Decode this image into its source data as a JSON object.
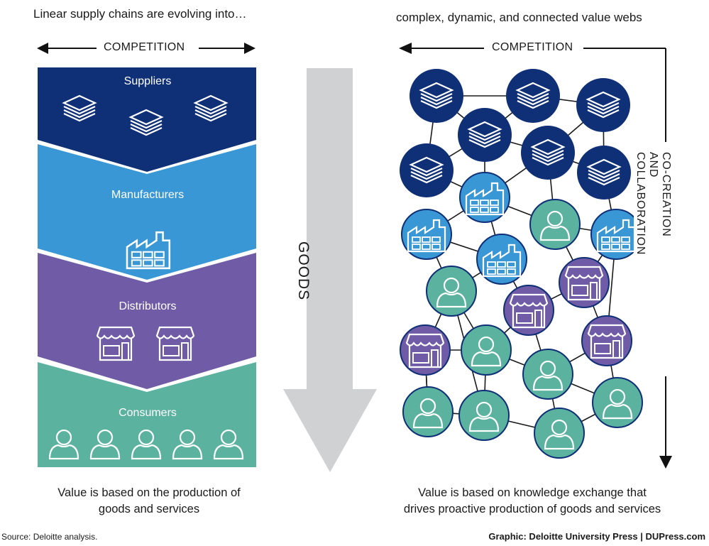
{
  "left": {
    "heading": "Linear supply chains are evolving into…",
    "competition": "COMPETITION",
    "tiers": [
      {
        "label": "Suppliers",
        "color": "#0f2f76"
      },
      {
        "label": "Manufacturers",
        "color": "#3a97d6"
      },
      {
        "label": "Distributors",
        "color": "#6f5ba6"
      },
      {
        "label": "Consumers",
        "color": "#5ab29f"
      }
    ],
    "caption_line1": "Value is based on the production of",
    "caption_line2": "goods and services"
  },
  "center": {
    "goods": "GOODS",
    "arrow_color": "#cfd1d3"
  },
  "right": {
    "heading": "complex, dynamic, and connected value webs",
    "competition": "COMPETITION",
    "co_creation": "CO-CREATION AND COLLABORATION",
    "caption_line1": "Value is based on knowledge exchange that",
    "caption_line2": "drives proactive production of goods and services"
  },
  "footer": {
    "source": "Source: Deloitte analysis.",
    "credit": "Graphic: Deloitte University Press  |  DUPress.com"
  }
}
